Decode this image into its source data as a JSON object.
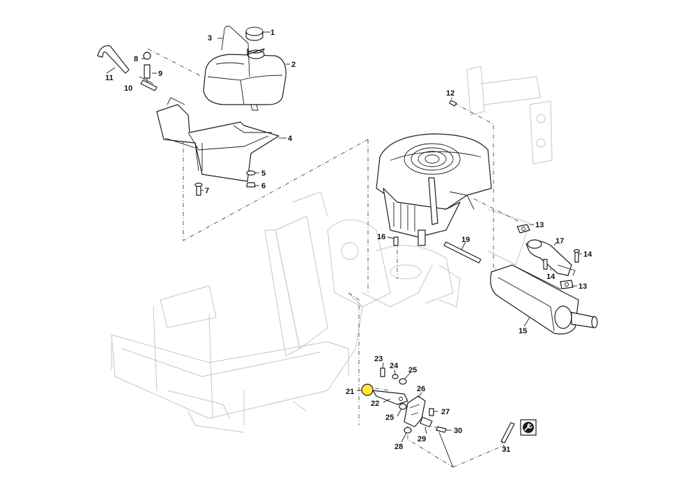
{
  "diagram": {
    "callouts": [
      {
        "id": "c1",
        "label": "1"
      },
      {
        "id": "c2",
        "label": "2"
      },
      {
        "id": "c3",
        "label": "3"
      },
      {
        "id": "c4",
        "label": "4"
      },
      {
        "id": "c5",
        "label": "5"
      },
      {
        "id": "c6",
        "label": "6"
      },
      {
        "id": "c7",
        "label": "7"
      },
      {
        "id": "c8",
        "label": "8"
      },
      {
        "id": "c9",
        "label": "9"
      },
      {
        "id": "c10",
        "label": "10"
      },
      {
        "id": "c11",
        "label": "11"
      },
      {
        "id": "c12",
        "label": "12"
      },
      {
        "id": "c13a",
        "label": "13"
      },
      {
        "id": "c13b",
        "label": "13"
      },
      {
        "id": "c14a",
        "label": "14"
      },
      {
        "id": "c14b",
        "label": "14"
      },
      {
        "id": "c15",
        "label": "15"
      },
      {
        "id": "c16",
        "label": "16"
      },
      {
        "id": "c17",
        "label": "17"
      },
      {
        "id": "c19",
        "label": "19"
      },
      {
        "id": "c21",
        "label": "21"
      },
      {
        "id": "c22",
        "label": "22"
      },
      {
        "id": "c23",
        "label": "23"
      },
      {
        "id": "c24",
        "label": "24"
      },
      {
        "id": "c25a",
        "label": "25"
      },
      {
        "id": "c25b",
        "label": "25"
      },
      {
        "id": "c26",
        "label": "26"
      },
      {
        "id": "c27",
        "label": "27"
      },
      {
        "id": "c28",
        "label": "28"
      },
      {
        "id": "c29",
        "label": "29"
      },
      {
        "id": "c30",
        "label": "30"
      },
      {
        "id": "c31",
        "label": "31"
      }
    ],
    "icons": {
      "tool_badge": "wrench-in-circle-icon"
    },
    "colors": {
      "line": "#1a1a1a",
      "ghost": "#c4c4c4",
      "highlight_part": "#ffeb3b"
    }
  }
}
